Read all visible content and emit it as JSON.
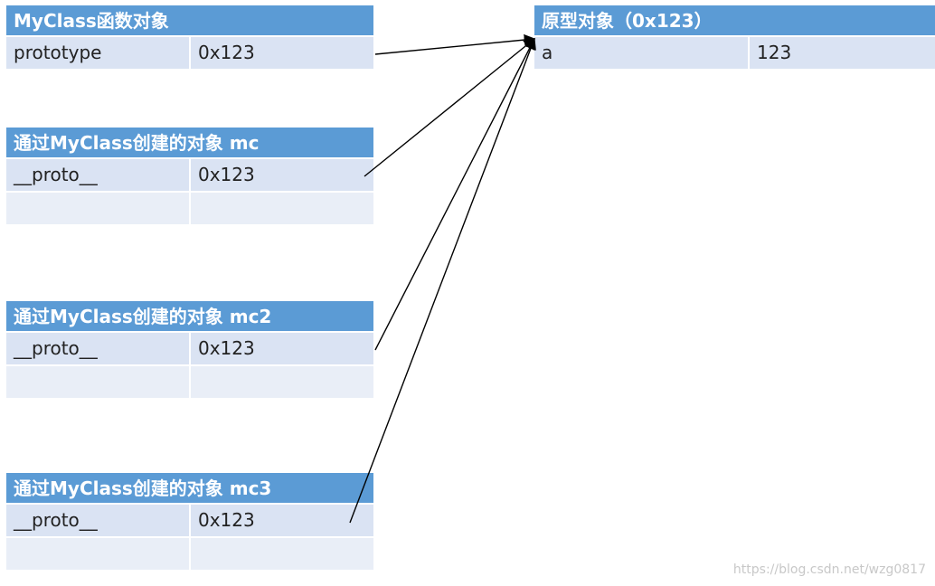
{
  "function_table": {
    "title": "MyClass函数对象",
    "rows": [
      {
        "key": "prototype",
        "value": "0x123"
      }
    ]
  },
  "prototype_table": {
    "title": "原型对象（0x123）",
    "rows": [
      {
        "key": "a",
        "value": "123"
      }
    ]
  },
  "instances": [
    {
      "title": "通过MyClass创建的对象 mc",
      "key": "__proto__",
      "value": "0x123"
    },
    {
      "title": "通过MyClass创建的对象 mc2",
      "key": "__proto__",
      "value": "0x123"
    },
    {
      "title": "通过MyClass创建的对象 mc3",
      "key": "__proto__",
      "value": "0x123"
    }
  ],
  "colors": {
    "header": "#5b9bd5",
    "row": "#dae3f3",
    "row_alt": "#e9eef7",
    "arrow": "#000000"
  },
  "watermark": "https://blog.csdn.net/wzg0817"
}
